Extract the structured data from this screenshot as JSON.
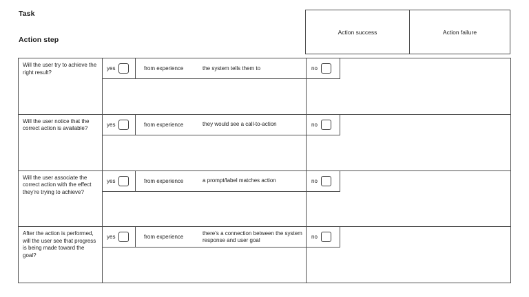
{
  "labels": {
    "task": "Task",
    "action_step": "Action step"
  },
  "header": {
    "success": "Action success",
    "failure": "Action failure"
  },
  "controls": {
    "yes": "yes",
    "no": "no",
    "source": "from experience"
  },
  "rows": [
    {
      "question": "Will the user try to achieve the right result?",
      "reason": "the system tells them to"
    },
    {
      "question": "Will the user notice that the correct action is available?",
      "reason": "they would see a call-to-action"
    },
    {
      "question": "Will the user associate the correct action with the effect they’re trying to achieve?",
      "reason": "a prompt/label matches action"
    },
    {
      "question": "After the action is performed, will the user see that progress is being made toward the goal?",
      "reason": "there’s a connection between the system response and user goal"
    }
  ],
  "colors": {
    "background": "#ffffff",
    "border": "#4d4d4d",
    "text": "#1c1c1c"
  }
}
